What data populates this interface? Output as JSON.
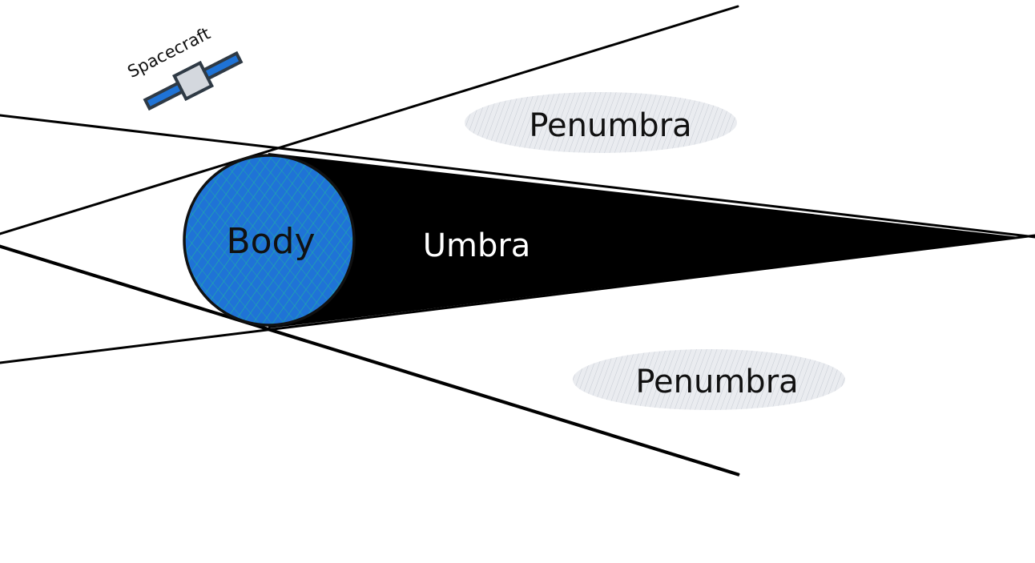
{
  "diagram": {
    "labels": {
      "body": "Body",
      "umbra": "Umbra",
      "penumbra_top": "Penumbra",
      "penumbra_bottom": "Penumbra",
      "spacecraft": "Spacecraft"
    },
    "colors": {
      "background": "#ffffff",
      "body_fill": "#1f73d6",
      "body_hatch": "#1fb5a0",
      "umbra_fill": "#000000",
      "penumbra_fill": "#d9dde3",
      "line": "#000000",
      "spacecraft_panel": "#1f73d6",
      "spacecraft_frame": "#2f3a45",
      "spacecraft_bus": "#d4d8de"
    },
    "icons": {
      "spacecraft": "satellite-icon",
      "body": "planet-icon"
    }
  }
}
